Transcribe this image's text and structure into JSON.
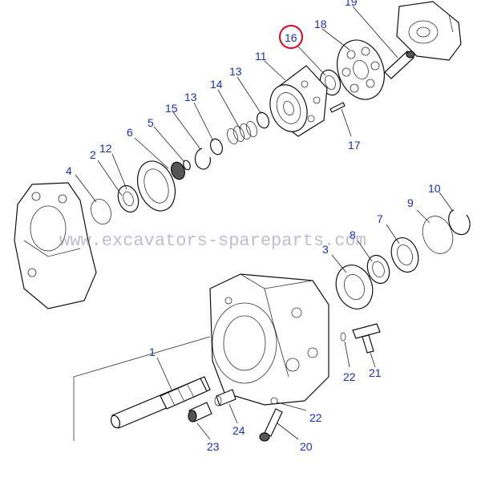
{
  "watermark": "www.excavators-spareparts.com",
  "highlight": {
    "label": "16",
    "color": "#e0001b"
  },
  "callouts": {
    "c1": "1",
    "c2": "2",
    "c3": "3",
    "c4": "4",
    "c5": "5",
    "c6": "6",
    "c7": "7",
    "c8": "8",
    "c9": "9",
    "c10": "10",
    "c11": "11",
    "c12": "12",
    "c13a": "13",
    "c13b": "13",
    "c14": "14",
    "c15": "15",
    "c16": "16",
    "c17": "17",
    "c18": "18",
    "c19": "19",
    "c20": "20",
    "c21": "21",
    "c22a": "22",
    "c22b": "22",
    "c23": "23",
    "c24": "24"
  },
  "colors": {
    "label": "#1a2fb8",
    "line": "#222222",
    "highlight": "#e0001b"
  }
}
